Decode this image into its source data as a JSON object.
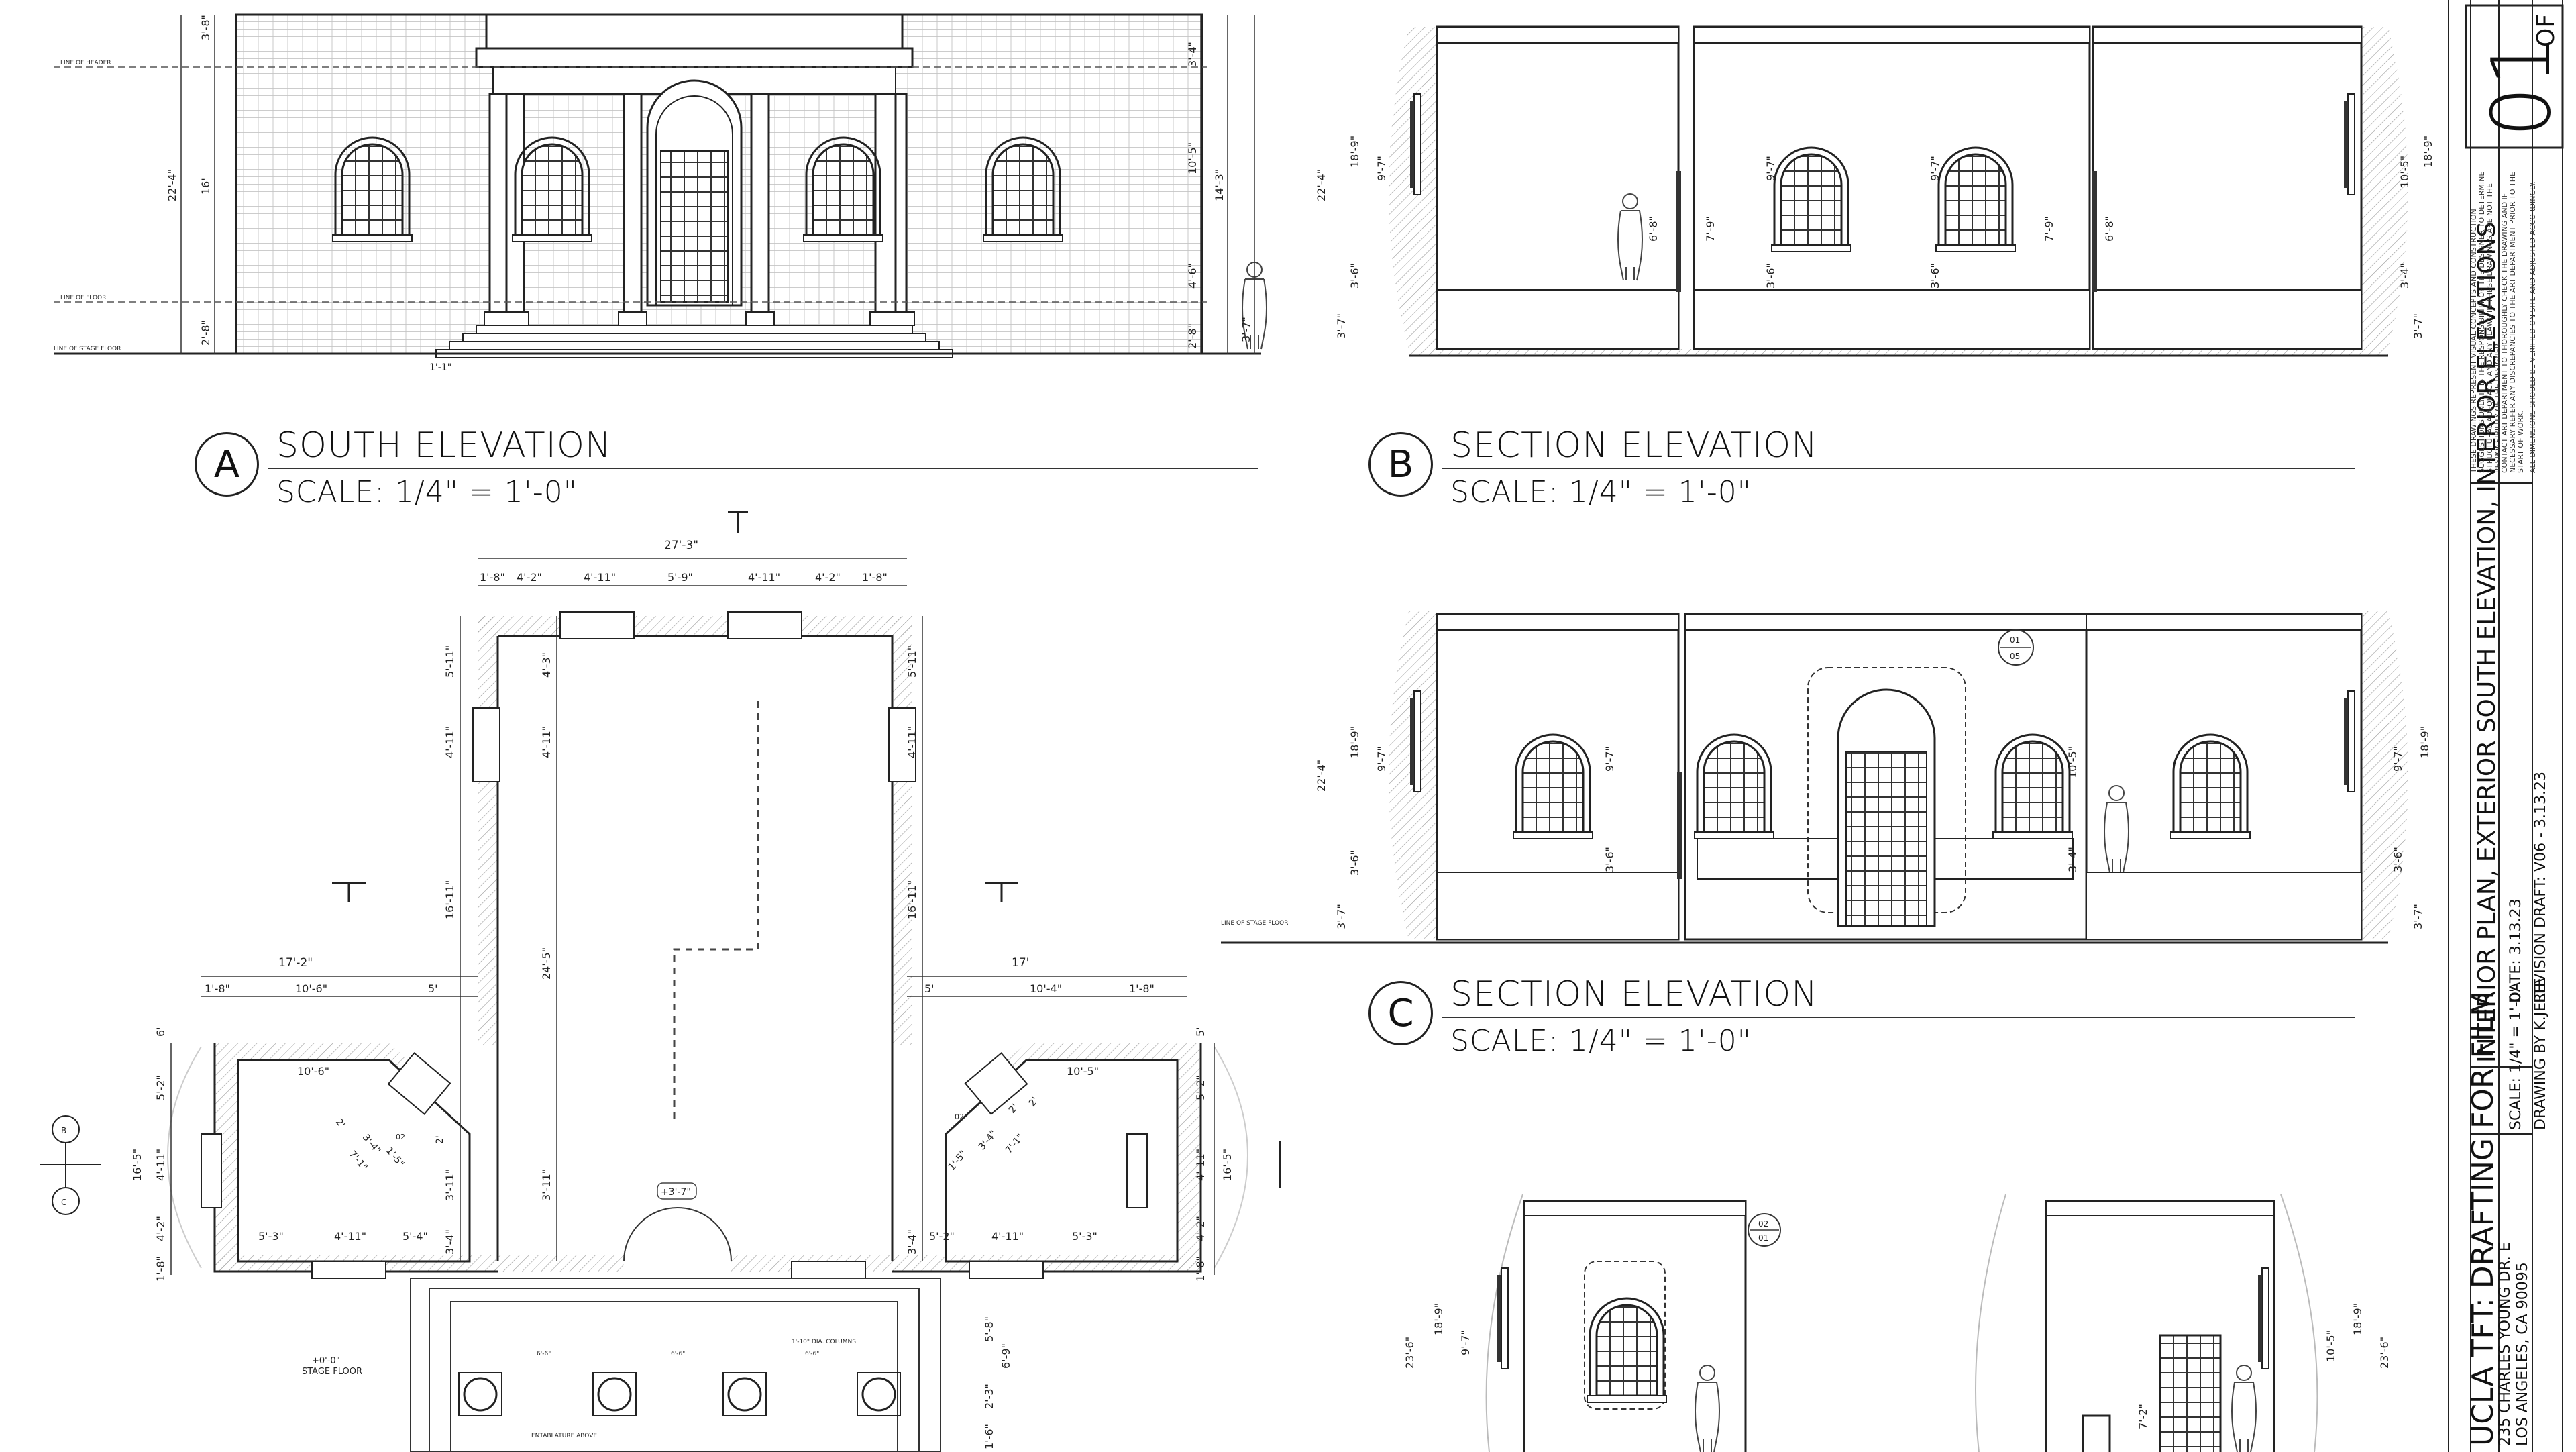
{
  "views": {
    "a": {
      "letter": "A",
      "title": "SOUTH ELEVATION",
      "scale": "SCALE: 1/4\" = 1'-0\""
    },
    "b": {
      "letter": "B",
      "title": "SECTION ELEVATION",
      "scale": "SCALE: 1/4\" = 1'-0\""
    },
    "c": {
      "letter": "C",
      "title": "SECTION ELEVATION",
      "scale": "SCALE: 1/4\" = 1'-0\""
    }
  },
  "elevation_a": {
    "line_of_header": "LINE OF HEADER",
    "line_of_floor": "LINE OF FLOOR",
    "line_of_stage_floor": "LINE OF STAGE FLOOR",
    "dims_left": [
      "3'-8\"",
      "22'-4\"",
      "16'",
      "2'-8\""
    ],
    "dims_right": [
      "3'-4\"",
      "10'-5\"",
      "14'-3\"",
      "4'-6\"",
      "2'-8\"",
      "3'-7\""
    ],
    "bottom_dim": "1'-1\""
  },
  "section_b": {
    "dims_left": [
      "22'-4\"",
      "18'-9\"",
      "9'-7\"",
      "3'-6\"",
      "3'-7\""
    ],
    "dims_inner": [
      "6'-8\"",
      "7'-9\"",
      "3'-6\"",
      "9'-7\"",
      "3'-6\"",
      "9'-7\"",
      "3'-6\"",
      "7'-9\"",
      "6'-8\""
    ],
    "dims_right": [
      "10'-5\"",
      "18'-9\"",
      "3'-4\"",
      "3'-7\""
    ]
  },
  "section_c": {
    "line_of_stage_floor": "LINE OF STAGE FLOOR",
    "callout_top": "01",
    "callout_bottom": "05",
    "dims_left": [
      "22'-4\"",
      "18'-9\"",
      "9'-7\"",
      "3'-6\"",
      "3'-7\""
    ],
    "dims_inner": [
      "9'-7\"",
      "3'-6\"",
      "10'-5\"",
      "3'-4\"",
      "9'-7\"",
      "3'-6\""
    ],
    "dims_right": [
      "18'-9\"",
      "3'-7\""
    ]
  },
  "section_d": {
    "callout_top": "02",
    "callout_bottom": "01",
    "dims_left": [
      "23'-6\"",
      "18'-9\"",
      "9'-7\""
    ],
    "dims_right": [
      "10'-5\"",
      "18'-9\"",
      "23'-6\"",
      "7'-2\""
    ]
  },
  "plan": {
    "dims_top": [
      "27'-3\"",
      "1'-8\"",
      "4'-2\"",
      "4'-11\"",
      "5'-9\"",
      "4'-11\"",
      "4'-2\"",
      "1'-8\""
    ],
    "dims_left_wing": [
      "17'-2\"",
      "1'-8\"",
      "10'-6\"",
      "5'"
    ],
    "dims_right_wing": [
      "17'",
      "5'",
      "10'-4\"",
      "1'-8\""
    ],
    "dims_nave_left": [
      "5'-11\"",
      "4'-11\"",
      "16'-11\"",
      "4'-3\"",
      "4'-11\"",
      "24'-5\"",
      "3'-11\"",
      "3'-4\""
    ],
    "dims_nave_right": [
      "5'-11\"",
      "4'-11\"",
      "16'-11\"",
      "3'-4\""
    ],
    "dims_wing_left": [
      "6'",
      "5'-2\"",
      "16'-5\"",
      "4'-11\"",
      "4'-2\"",
      "1'-8\"",
      "10'-6\"",
      "5'-3\"",
      "4'-11\"",
      "5'-4\"",
      "2'",
      "3'-4\"",
      "1'-5\"",
      "7'-1\"",
      "2'",
      "3'-11\""
    ],
    "dims_wing_right": [
      "5'",
      "5'-2\"",
      "16'-5\"",
      "4'-11\"",
      "4'-2\"",
      "1'-8\"",
      "10'-5\"",
      "5'-2\"",
      "4'-11\"",
      "5'-3\"",
      "2'",
      "3'-4\"",
      "1'-5\"",
      "7'-1\"",
      "2'"
    ],
    "elevation_mark": "+3'-7\"",
    "stage_floor_mark": "+0'-0\"",
    "stage_floor_label": "STAGE FLOOR",
    "entablature": "ENTABLATURE ABOVE",
    "column_note": "1'-10\" DIA. COLUMNS",
    "porch_dims": [
      "5'-8\"",
      "6'-9\"",
      "2'-3\"",
      "1'-6\""
    ],
    "small_dims": [
      "6'-6\"",
      "6'-6\"",
      "6'-6\""
    ],
    "key_left_top": "B",
    "key_left_bottom": "C",
    "key_wing_left": "02",
    "key_wing_right": "02"
  },
  "title_block": {
    "school": "UCLA TFT: DRAFTING FOR FILM",
    "address_1": "235 CHARLES YOUNG DR. E",
    "address_2": "LOS ANGELES, CA 90095",
    "drawing_title": "INTERIOR PLAN, EXTERIOR SOUTH ELEVATION, INTERIOR ELEVATIONS",
    "scale": "SCALE: 1/4\" = 1'-0\"",
    "date": "DATE: 3.13.23",
    "drawn_by": "DRAWING BY K.JELTE",
    "revision": "REVISION DRAFT: V06 - 3.13.23",
    "note_1": "THESE DRAWINGS REPRESENT VISUAL CONCEPTS AND CONSTRUCTION SUGGESTIONS ONLY. IT IS THE RESPONSIBILITY OF THE DESIGNER TO DETERMINE STRUCTURAL ADEQUACY, AND ANY FLAWS IN THESE DRAWINGS ARE NOT THE RESPONSIBILITY OF THE DESIGNER.",
    "note_2": "CONTACT ART DEPARTMENT TO THOROUGHLY CHECK THE DRAWING AND IF NECESSARY REFER ANY DISCREPANCIES TO THE ART DEPARTMENT PRIOR TO THE START OF WORK.",
    "note_3": "ALL DIMENSIONS SHOULD BE VERIFIED ON SITE AND ADJUSTED ACCORDINGLY.",
    "sheet_number": "01",
    "sheet_of": "OF"
  }
}
